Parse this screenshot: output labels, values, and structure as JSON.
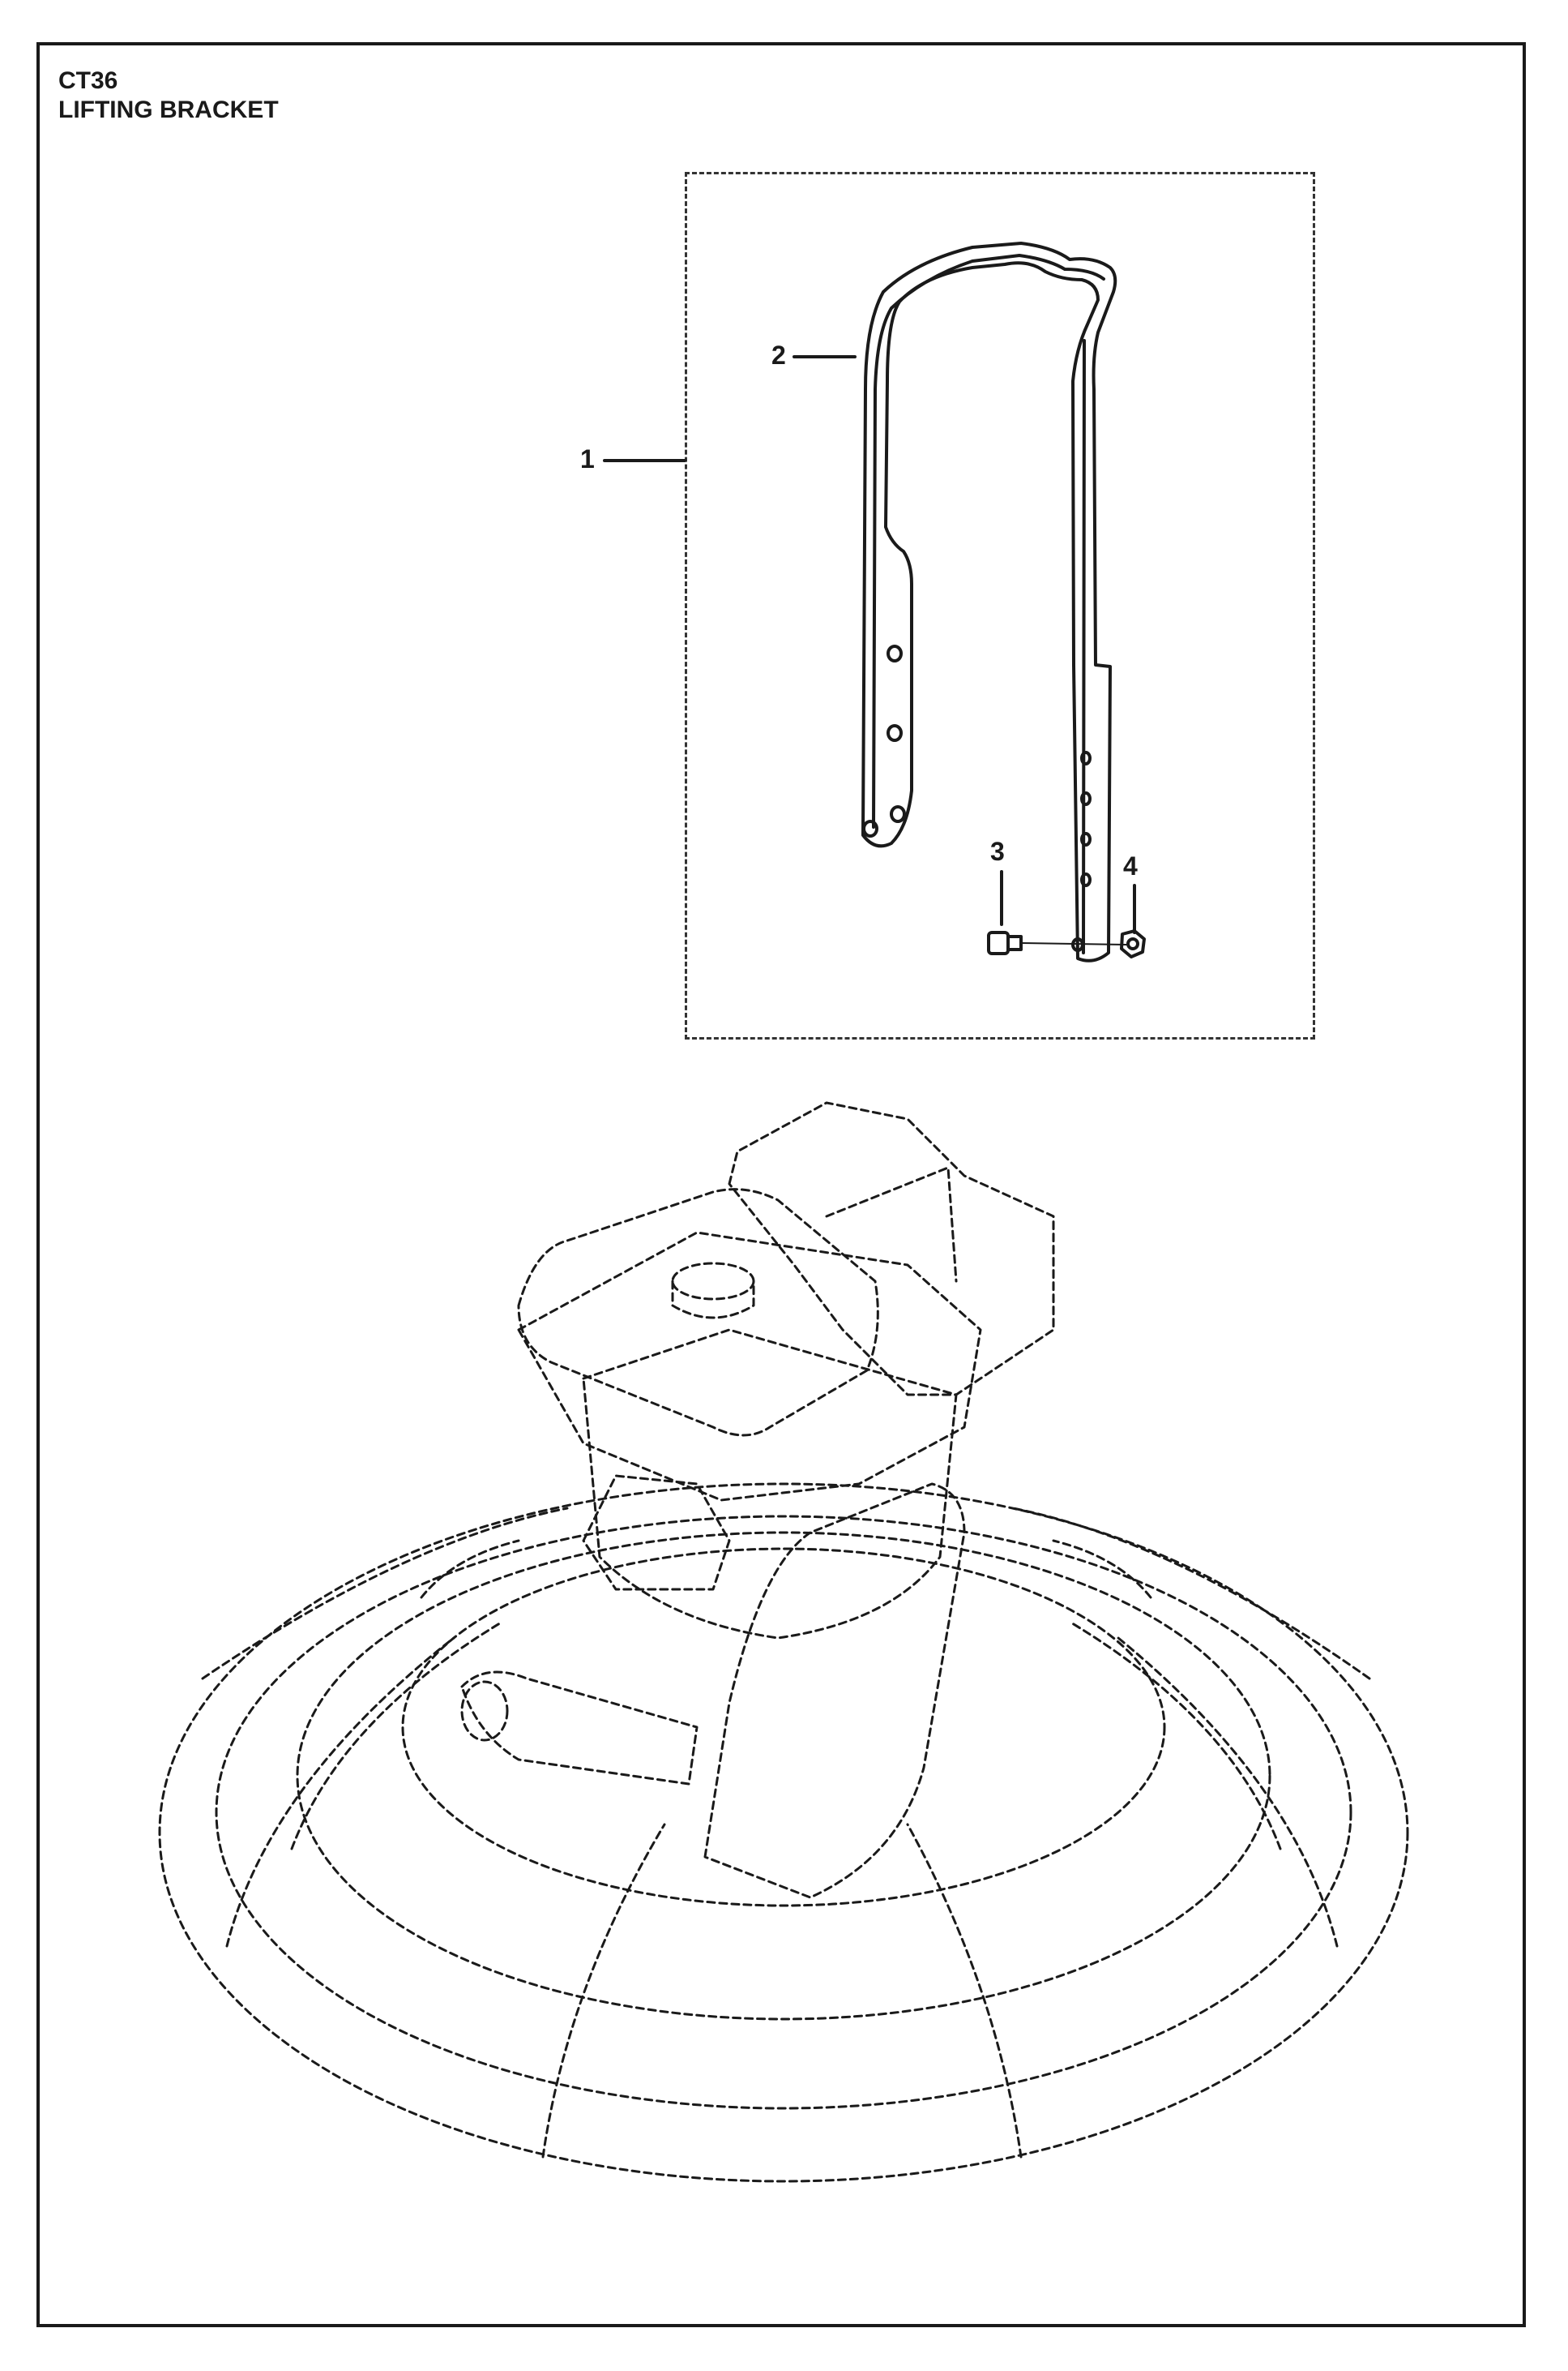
{
  "title": {
    "model": "CT36",
    "name": "LIFTING BRACKET"
  },
  "callouts": [
    {
      "number": "1"
    },
    {
      "number": "2"
    },
    {
      "number": "3"
    },
    {
      "number": "4"
    }
  ]
}
